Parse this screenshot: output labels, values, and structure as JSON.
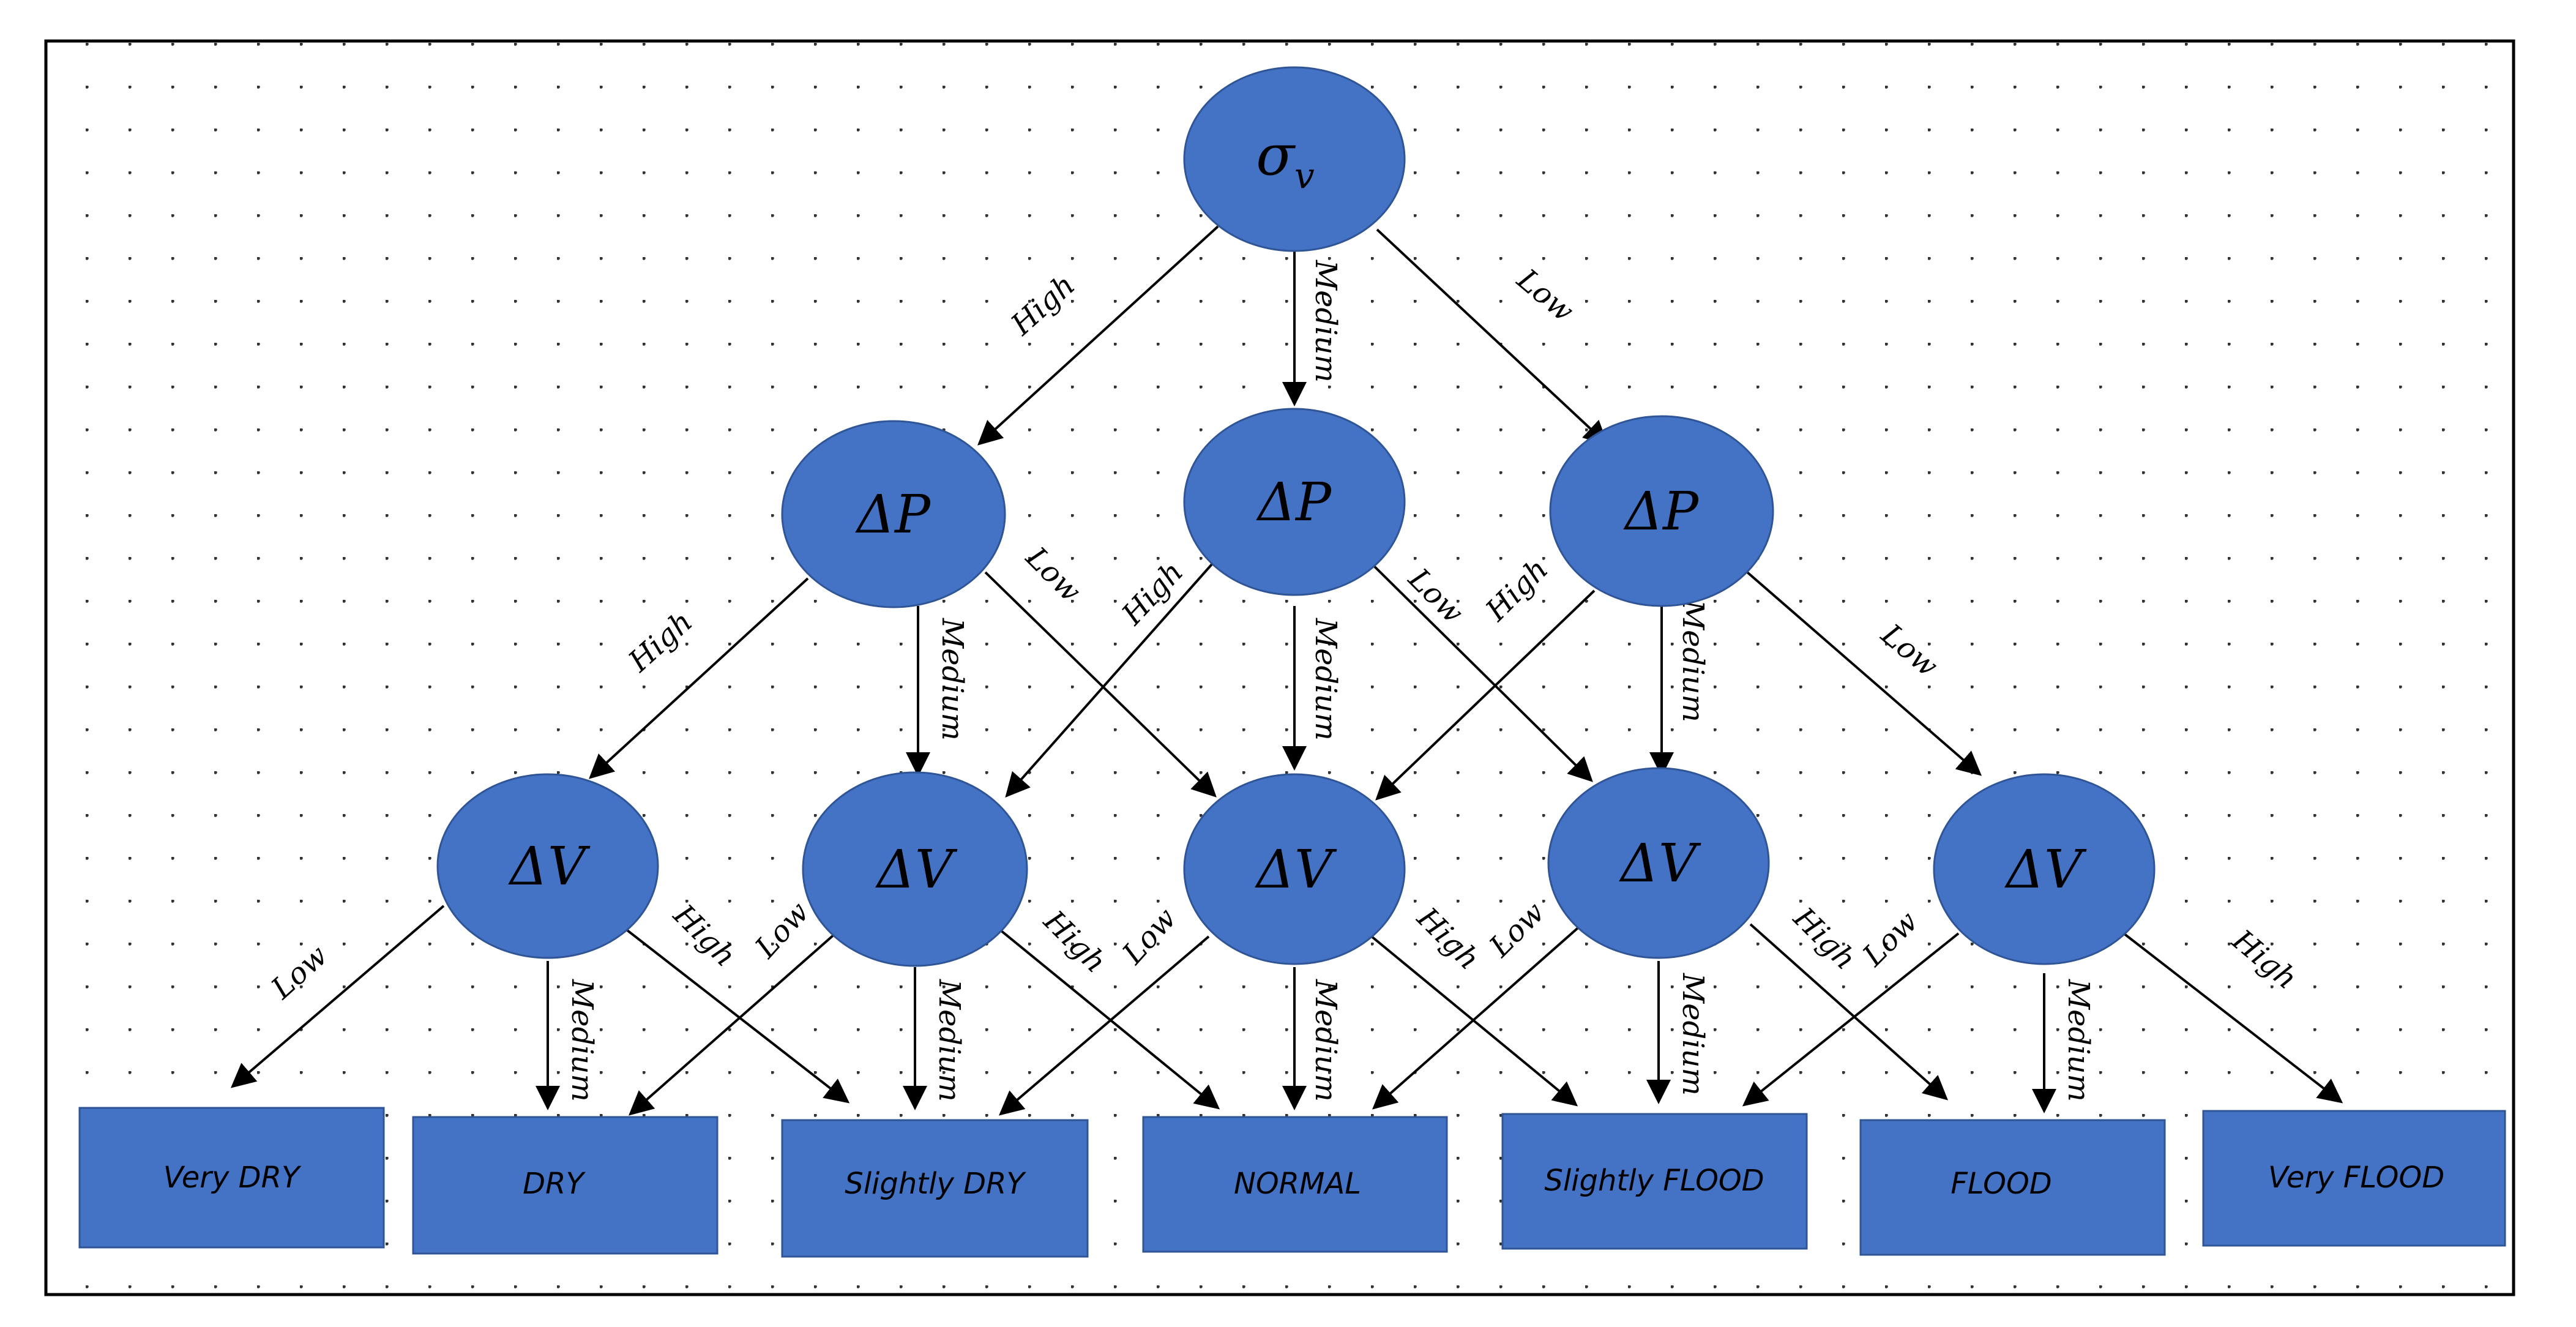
{
  "root": {
    "label": "σ",
    "subscript": "v"
  },
  "level1": [
    {
      "label": "ΔP"
    },
    {
      "label": "ΔP"
    },
    {
      "label": "ΔP"
    }
  ],
  "level2": [
    {
      "label": "ΔV"
    },
    {
      "label": "ΔV"
    },
    {
      "label": "ΔV"
    },
    {
      "label": "ΔV"
    },
    {
      "label": "ΔV"
    }
  ],
  "outcomes": [
    "Very DRY",
    "DRY",
    "Slightly DRY",
    "NORMAL",
    "Slightly FLOOD",
    "FLOOD",
    "Very FLOOD"
  ],
  "edge_labels": {
    "high": "High",
    "medium": "Medium",
    "low": "Low"
  },
  "colors": {
    "node_fill": "#4472c4",
    "node_stroke": "#2f5597",
    "box_fill": "#4472c4",
    "box_stroke": "#2f5597",
    "arrow": "#000000",
    "frame": "#000000",
    "grid_dot": "#333333"
  }
}
